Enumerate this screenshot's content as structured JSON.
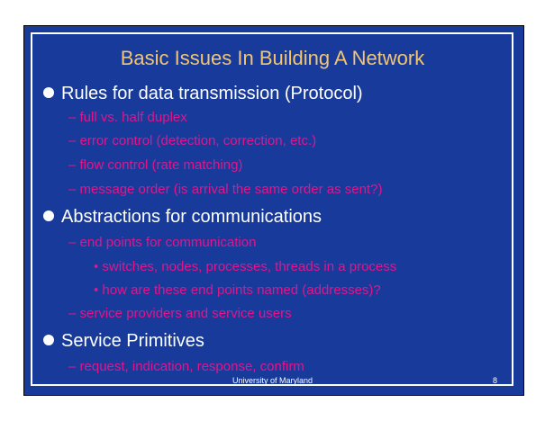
{
  "slide": {
    "title": "Basic Issues In Building A Network",
    "bullets": [
      {
        "text": "Rules for data transmission (Protocol)",
        "subs": [
          "– full vs. half duplex",
          "– error control (detection, correction, etc.)",
          "– flow control (rate matching)",
          "– message order (is arrival the same order as sent?)"
        ]
      },
      {
        "text": "Abstractions for communications",
        "subs": [
          "– end points for communication",
          "• switches, nodes, processes, threads in a process",
          "• how are these end points named (addresses)?",
          "– service providers and service users"
        ]
      },
      {
        "text": "Service Primitives",
        "subs": [
          "– request, indication, response, confirm"
        ]
      }
    ],
    "footer": "University of Maryland",
    "page_number": "8"
  },
  "colors": {
    "background": "#183b9b",
    "title": "#f3c56e",
    "bullet_text": "#ffffff",
    "sub_text": "#e0168a"
  }
}
